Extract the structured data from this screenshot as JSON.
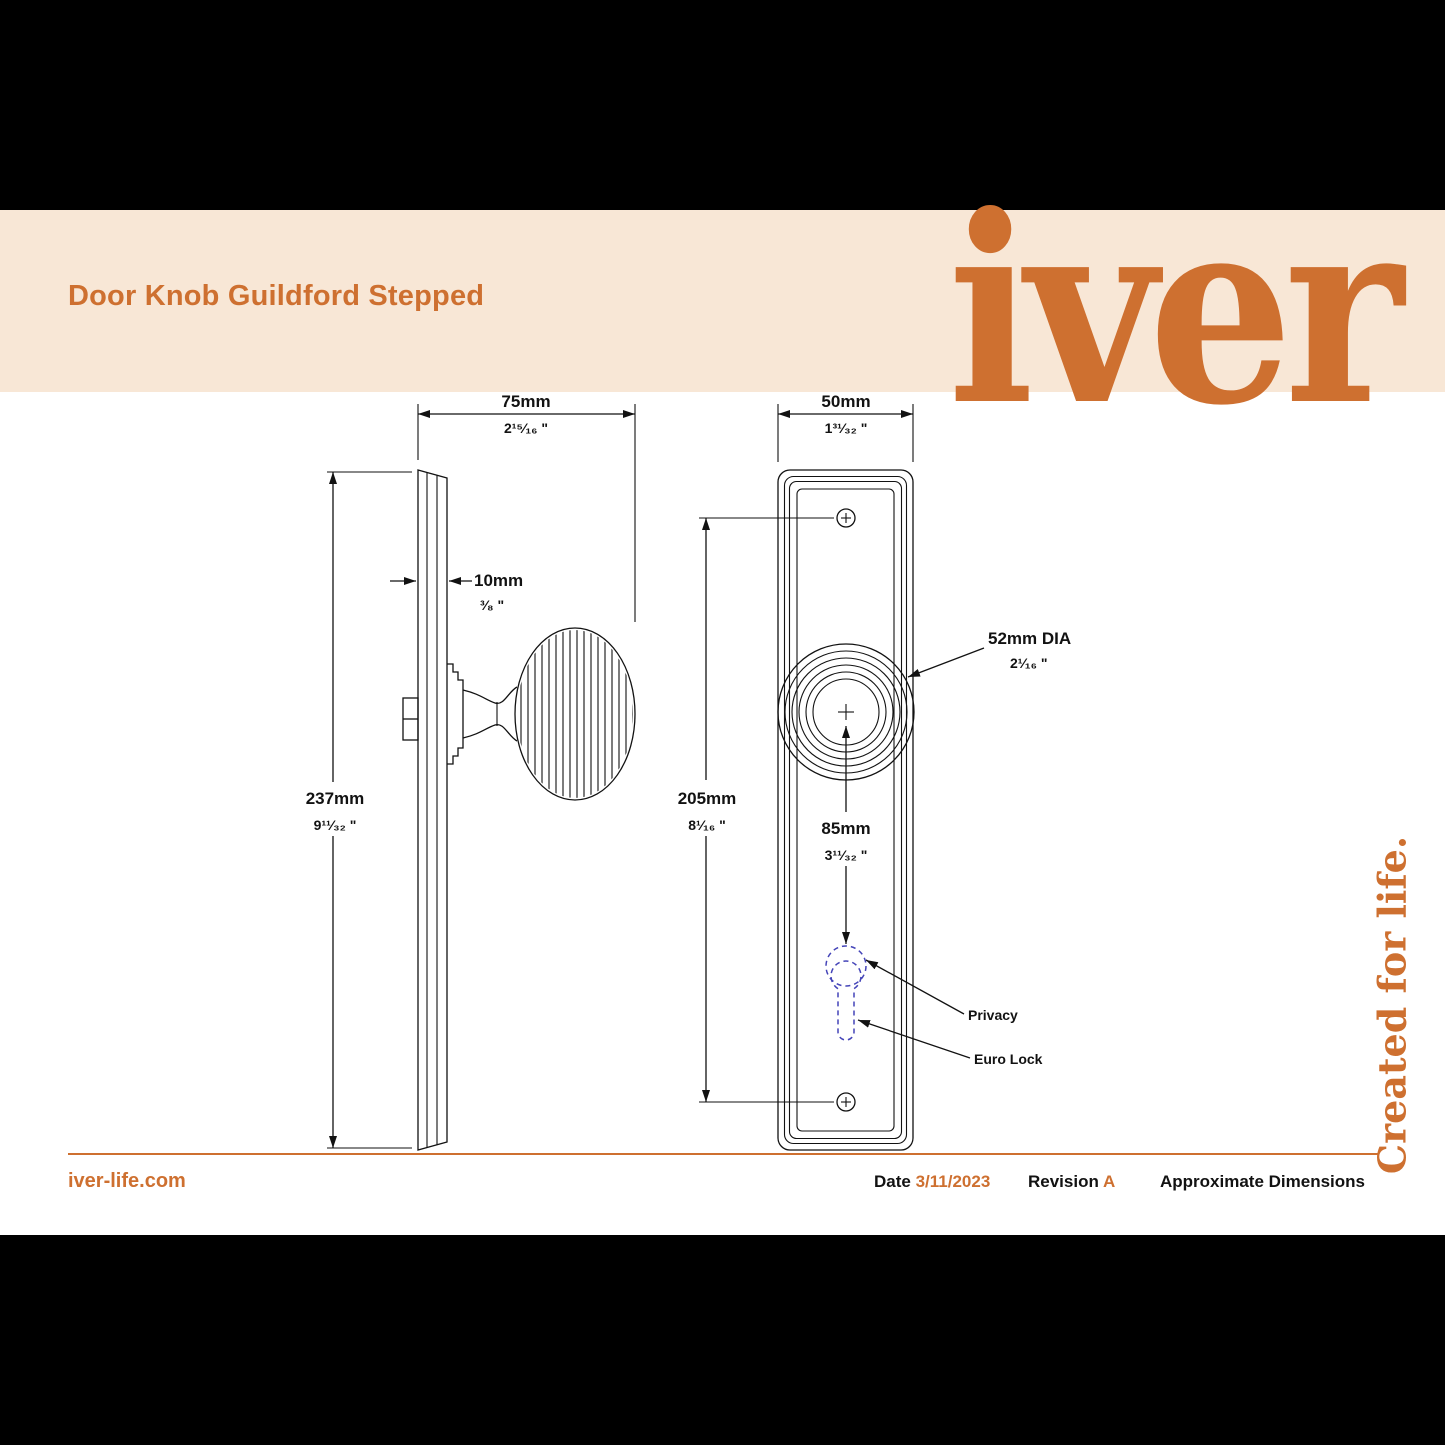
{
  "header": {
    "title": "Door Knob Guildford Stepped",
    "logo": "iver"
  },
  "colors": {
    "accent": "#CE7030",
    "band": "#F8E7D6",
    "line": "#121212",
    "keyhole_dash": "#4444B8"
  },
  "side_view": {
    "width_mm": "75mm",
    "width_in": "2¹⁵⁄₁₆ \"",
    "thickness_mm": "10mm",
    "thickness_in": "³⁄₈ \"",
    "height_mm": "237mm",
    "height_in": "9¹¹⁄₃₂ \""
  },
  "front_view": {
    "width_mm": "50mm",
    "width_in": "1³¹⁄₃₂ \"",
    "screw_centres_mm": "205mm",
    "screw_centres_in": "8¹⁄₁₆ \"",
    "knob_to_keyhole_mm": "85mm",
    "knob_to_keyhole_in": "3¹¹⁄₃₂ \"",
    "knob_diameter": "52mm DIA",
    "knob_diameter_in": "2¹⁄₁₆ \"",
    "privacy_label": "Privacy",
    "euro_lock_label": "Euro Lock"
  },
  "tagline": "Created for life.",
  "footer": {
    "website": "iver-life.com",
    "date_label": "Date",
    "date_value": "3/11/2023",
    "revision_label": "Revision",
    "revision_value": "A",
    "note": "Approximate Dimensions"
  }
}
